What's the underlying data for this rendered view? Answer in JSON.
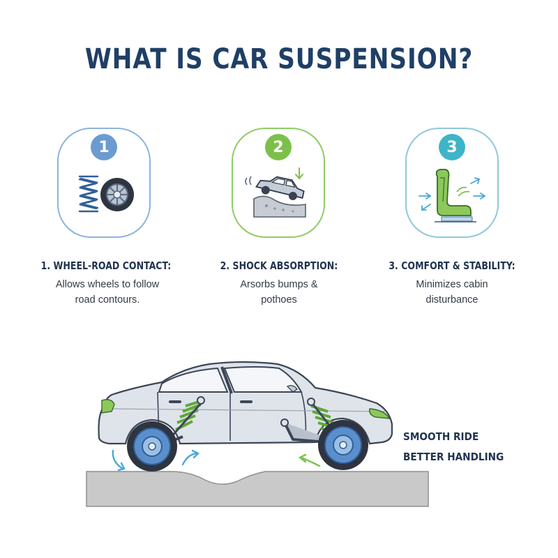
{
  "title": "WHAT IS CAR SUSPENSION?",
  "steps": [
    {
      "number": "1",
      "heading": "1. WHEEL-ROAD CONTACT:",
      "desc_line1": "Allows wheels to follow",
      "desc_line2": "road contours.",
      "icon": "spring-and-wheel-icon",
      "color": "#6b9bd1"
    },
    {
      "number": "2",
      "heading": "2. SHOCK ABSORPTION:",
      "desc_line1": "Arsorbs bumps &",
      "desc_line2": "pothoes",
      "icon": "car-on-bump-icon",
      "color": "#7cc04b"
    },
    {
      "number": "3",
      "heading": "3. COMFORT & STABILITY:",
      "desc_line1": "Minimizes cabin",
      "desc_line2": "disturbance",
      "icon": "car-seat-icon",
      "color": "#3fb4c9"
    }
  ],
  "benefits": {
    "line1": "SMOOTH RIDE",
    "line2": "BETTER HANDLING"
  },
  "colors": {
    "title": "#1f3f66",
    "spring_green": "#7cc04b",
    "wheel_blue": "#5b8fcc",
    "body_grey": "#dfe3ea",
    "road_grey": "#c9c9c9",
    "arrow_blue": "#4aa8d8"
  }
}
